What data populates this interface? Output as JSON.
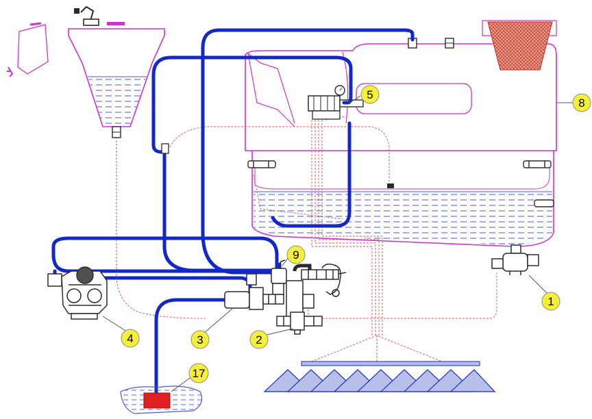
{
  "colors": {
    "hose": "#1428c8",
    "tank_outline": "#cc33cc",
    "pipe_dashed": "#e07a7a",
    "liquid": "#4a5ad8",
    "callout_fill": "#f5ef3a",
    "callout_stroke": "#8a8a8a",
    "basket": "#d44a3a",
    "filter_red": "#e02020",
    "nozzle_fill": "#b8c0ea",
    "component": "#2a2a2a"
  },
  "callouts": [
    {
      "id": "1",
      "label": "1",
      "refers_to": "main-tank-outlet-valve"
    },
    {
      "id": "2",
      "label": "2",
      "refers_to": "lower-valve"
    },
    {
      "id": "3",
      "label": "3",
      "refers_to": "filler-valve"
    },
    {
      "id": "4",
      "label": "4",
      "refers_to": "pump"
    },
    {
      "id": "5",
      "label": "5",
      "refers_to": "pressure-regulator-manifold"
    },
    {
      "id": "8",
      "label": "8",
      "refers_to": "main-tank"
    },
    {
      "id": "9",
      "label": "9",
      "refers_to": "three-way-valve"
    },
    {
      "id": "17",
      "label": "17",
      "refers_to": "suction-filter"
    }
  ],
  "icons": [
    "pump-icon",
    "valve-icon",
    "pressure-gauge-icon",
    "nozzle-icon",
    "basket-icon",
    "filter-icon"
  ]
}
